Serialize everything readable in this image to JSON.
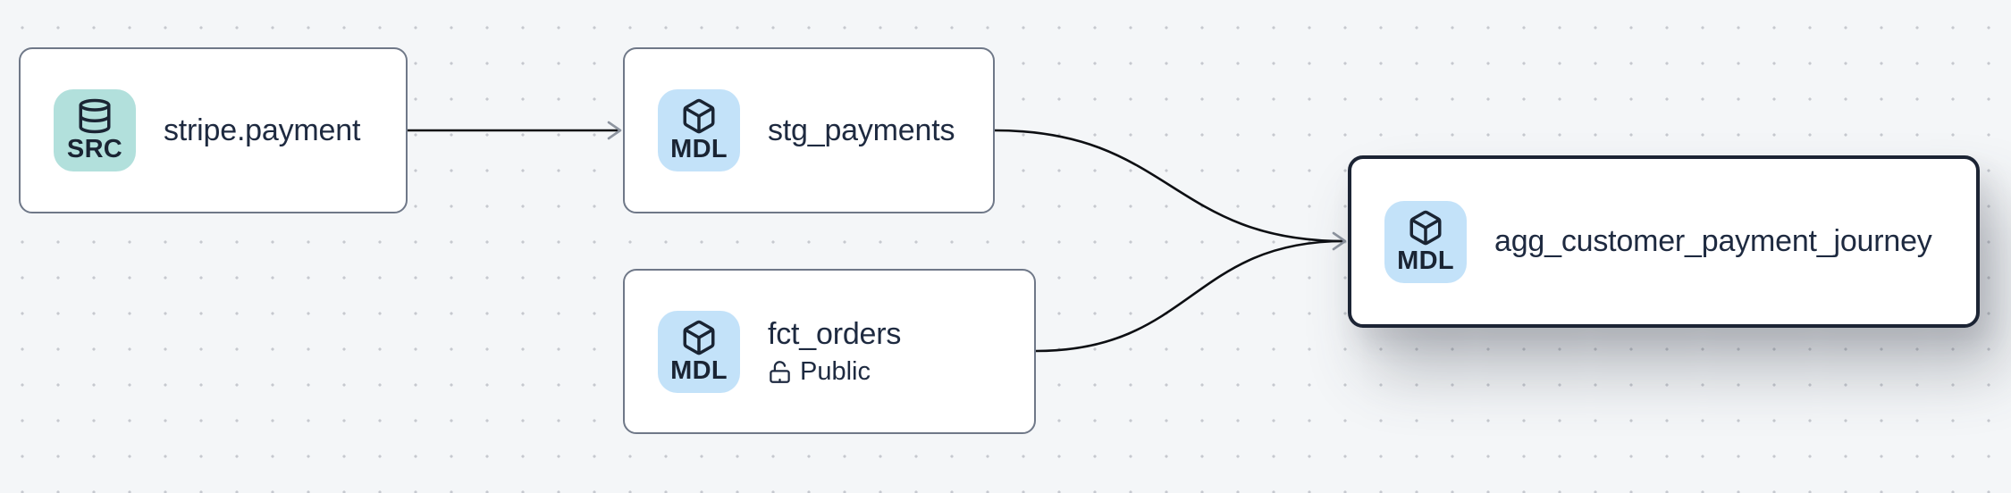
{
  "theme": {
    "canvas_bg": "#f4f6f8",
    "dot_color": "#c6c9cf",
    "node_bg": "#ffffff",
    "node_border": "#6f7888",
    "node_border_selected": "#1c2434",
    "text_color": "#1e2a40",
    "badge_src_bg": "#b2e0dc",
    "badge_mdl_bg": "#c3e2f9",
    "badge_text": "#1a2433",
    "edge_color": "#0d0f13",
    "arrowhead_color": "#8e95a0"
  },
  "nodes": [
    {
      "id": "stripe.payment",
      "title": "stripe.payment",
      "type_badge": "SRC",
      "badge_icon": "database-icon",
      "selected": false
    },
    {
      "id": "stg_payments",
      "title": "stg_payments",
      "type_badge": "MDL",
      "badge_icon": "box-icon",
      "selected": false
    },
    {
      "id": "fct_orders",
      "title": "fct_orders",
      "type_badge": "MDL",
      "badge_icon": "box-icon",
      "access": "Public",
      "access_icon": "unlock-icon",
      "selected": false
    },
    {
      "id": "agg_customer_payment_journey",
      "title": "agg_customer_payment_journey",
      "type_badge": "MDL",
      "badge_icon": "box-icon",
      "selected": true
    }
  ],
  "edges": [
    {
      "from": "stripe.payment",
      "to": "stg_payments"
    },
    {
      "from": "stg_payments",
      "to": "agg_customer_payment_journey"
    },
    {
      "from": "fct_orders",
      "to": "agg_customer_payment_journey"
    }
  ]
}
